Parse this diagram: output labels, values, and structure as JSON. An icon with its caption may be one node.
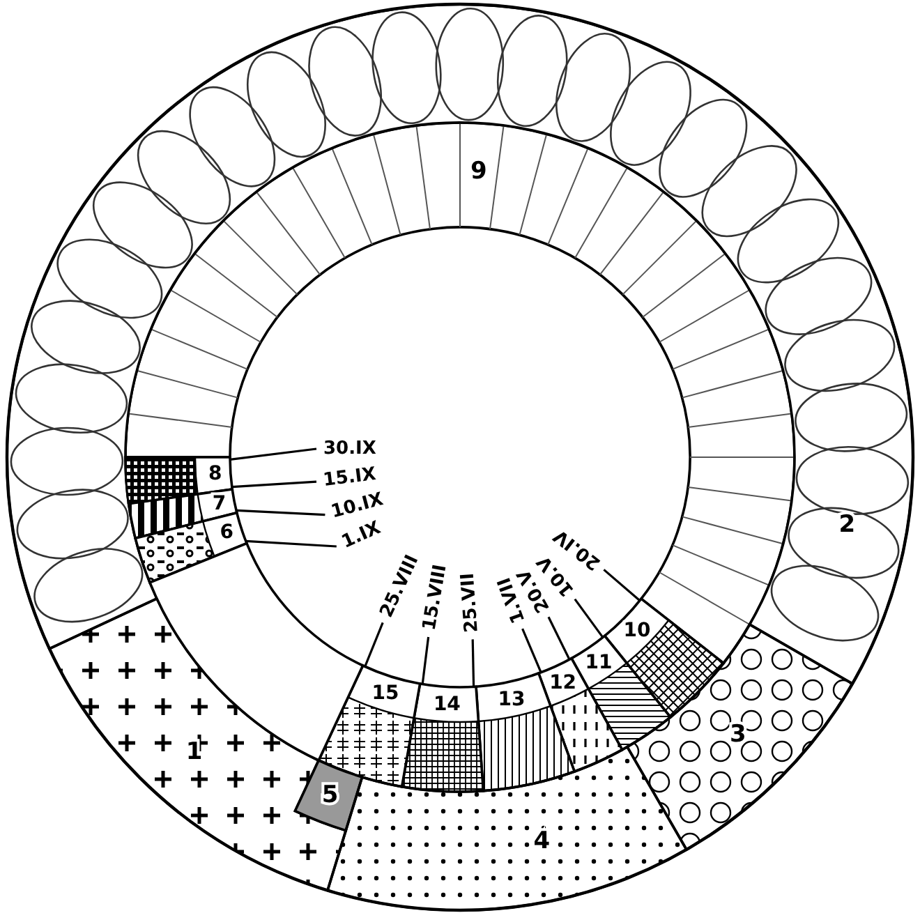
{
  "diagram": {
    "nodes": [
      {
        "text": [
          "9"
        ]
      },
      {
        "text": [
          "2"
        ]
      },
      {
        "text": [
          "8"
        ]
      },
      {
        "text": [
          "7"
        ]
      },
      {
        "text": [
          "6"
        ]
      },
      {
        "text": [
          "10"
        ]
      },
      {
        "text": [
          "11"
        ]
      },
      {
        "text": [
          "12"
        ]
      },
      {
        "text": [
          "13"
        ]
      },
      {
        "text": [
          "14"
        ]
      },
      {
        "text": [
          "15"
        ]
      },
      {
        "text": [
          "3"
        ]
      },
      {
        "text": [
          "1"
        ]
      },
      {
        "text": [
          "5"
        ]
      },
      {
        "text": [
          "4"
        ]
      },
      {
        "text": [
          "30.IX"
        ]
      },
      {
        "text": [
          "15.IX"
        ]
      },
      {
        "text": [
          "10.IX"
        ]
      },
      {
        "text": [
          "1.IX"
        ]
      },
      {
        "text": [
          "25.VIII"
        ]
      },
      {
        "text": [
          "15.VIII"
        ]
      },
      {
        "text": [
          "25.VII"
        ]
      },
      {
        "text": [
          "1.VII"
        ]
      },
      {
        "text": [
          "20.V"
        ]
      },
      {
        "text": [
          "10.V"
        ]
      },
      {
        "text": [
          "20.IV"
        ]
      },
      {
        "text": [],
        "shape": "box"
      }
    ],
    "edges": [
      {
        "from": 15,
        "to": 2,
        "arrow": "none"
      },
      {
        "from": 16,
        "to": 2,
        "arrow": "none"
      },
      {
        "from": 17,
        "to": 3,
        "arrow": "none"
      },
      {
        "from": 18,
        "to": 4,
        "arrow": "none"
      },
      {
        "from": 19,
        "to": 10,
        "arrow": "none"
      },
      {
        "from": 20,
        "to": 9,
        "arrow": "none"
      },
      {
        "from": 21,
        "to": 9,
        "arrow": "none"
      },
      {
        "from": 22,
        "to": 7,
        "arrow": "none"
      },
      {
        "from": 23,
        "to": 7,
        "arrow": "none"
      },
      {
        "from": 24,
        "to": 6,
        "arrow": "none"
      },
      {
        "from": 25,
        "to": 5,
        "arrow": "none"
      }
    ]
  }
}
